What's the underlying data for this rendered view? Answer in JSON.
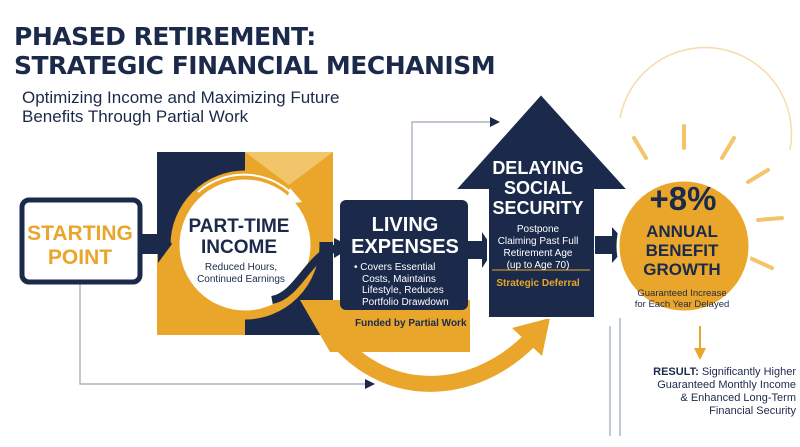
{
  "header": {
    "title_line1": "PHASED RETIREMENT:",
    "title_line2": "STRATEGIC FINANCIAL MECHANISM",
    "subtitle_line1": "Optimizing Income and Maximizing Future",
    "subtitle_line2": "Benefits Through Partial Work"
  },
  "colors": {
    "navy": "#1b2a4a",
    "gold": "#e9a62a",
    "light_gold": "#f3c56b"
  },
  "steps": {
    "start": {
      "line1": "STARTING",
      "line2": "POINT"
    },
    "part_time": {
      "title_line1": "PART-TIME",
      "title_line2": "INCOME",
      "desc_line1": "Reduced Hours,",
      "desc_line2": "Continued Earnings"
    },
    "expenses": {
      "title_line1": "LIVING",
      "title_line2": "EXPENSES",
      "desc_line1": "• Covers Essential",
      "desc_line2": "Costs, Maintains",
      "desc_line3": "Lifestyle, Reduces",
      "desc_line4": "Portfolio Drawdown",
      "funded": "Funded by Partial Work"
    },
    "social_security": {
      "title_line1": "DELAYING",
      "title_line2": "SOCIAL",
      "title_line3": "SECURITY",
      "desc_line1": "Postpone",
      "desc_line2": "Claiming Past Full",
      "desc_line3": "Retirement Age",
      "desc_line4": "(up to Age 70)",
      "note": "Strategic Deferral"
    },
    "growth": {
      "percent": "+8%",
      "title_line1": "ANNUAL",
      "title_line2": "BENEFIT",
      "title_line3": "GROWTH",
      "desc_line1": "Guaranteed Increase",
      "desc_line2": "for Each Year Delayed"
    }
  },
  "result": {
    "label": "RESULT:",
    "line1": "Significantly Higher",
    "line2": "Guaranteed Monthly Income",
    "line3": "& Enhanced Long-Term",
    "line4": "Financial Security"
  }
}
